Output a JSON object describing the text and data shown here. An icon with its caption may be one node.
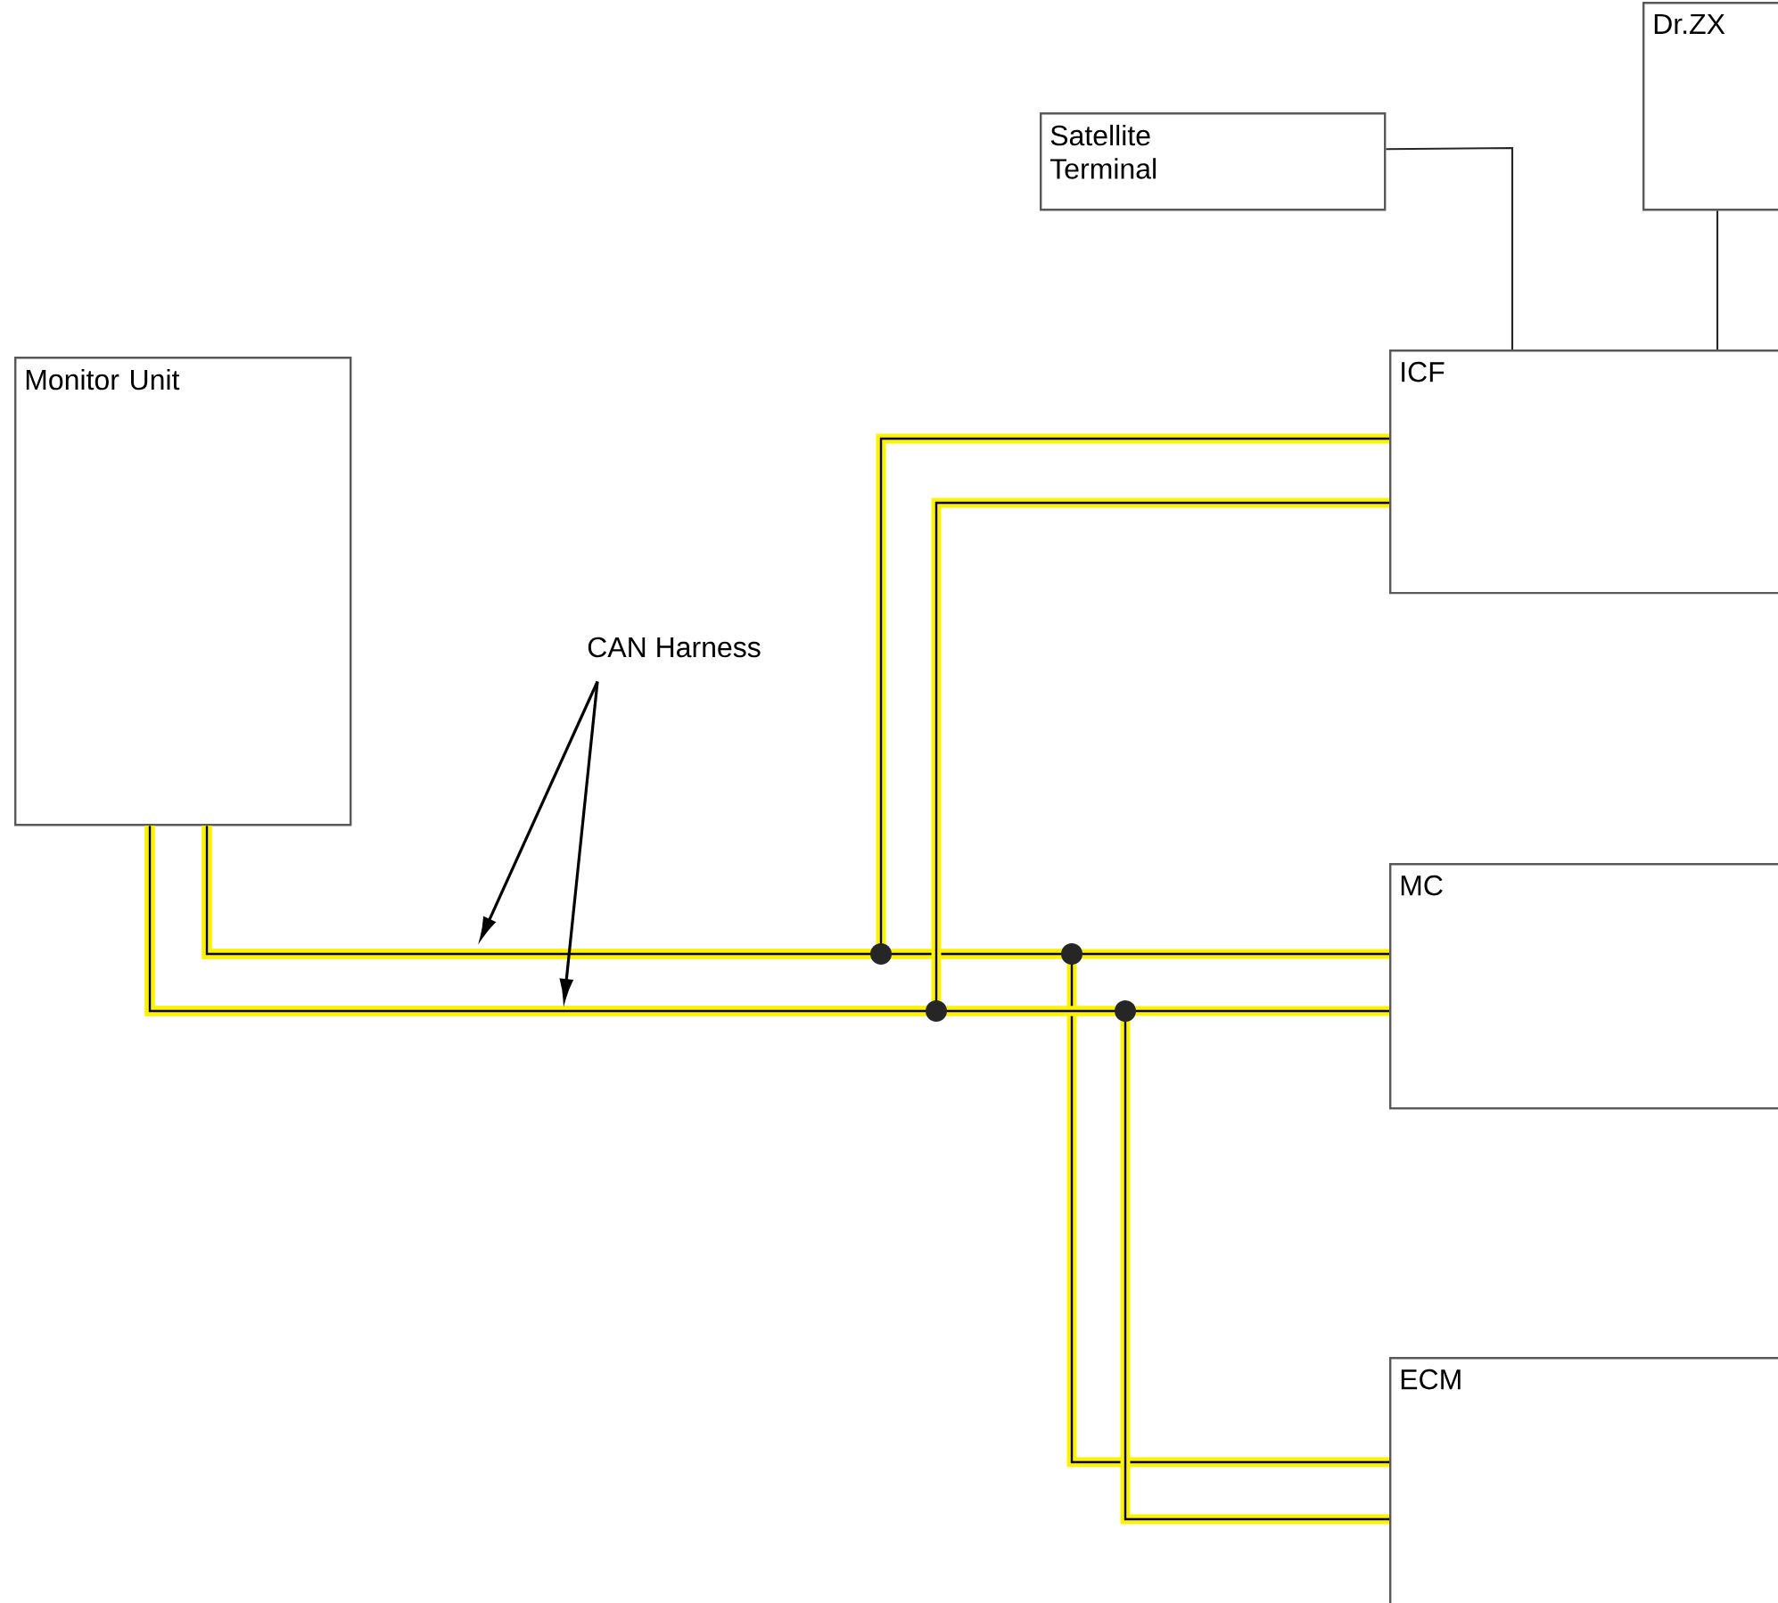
{
  "diagram": {
    "nodes": [
      {
        "text": [
          "Satellite Terminal"
        ]
      },
      {
        "text": [
          "Dr.ZX"
        ]
      },
      {
        "text": [
          "Monitor Unit"
        ]
      },
      {
        "text": [
          "ICF"
        ]
      },
      {
        "text": [
          "MC"
        ]
      },
      {
        "text": [
          "ECM"
        ]
      },
      {
        "text": [
          "CAN Harness"
        ]
      }
    ],
    "edges": [
      {
        "from": 0,
        "to": 3,
        "arrow": "none",
        "color": "#262626"
      },
      {
        "from": 1,
        "to": 3,
        "arrow": "none",
        "color": "#262626"
      },
      {
        "from": 2,
        "to": 4,
        "arrow": "none"
      },
      {
        "from": 2,
        "to": 3,
        "arrow": "none"
      },
      {
        "from": 2,
        "to": 5,
        "arrow": "none"
      },
      {
        "from": 2,
        "to": 4,
        "arrow": "none"
      },
      {
        "from": 2,
        "to": 3,
        "arrow": "none"
      },
      {
        "from": 2,
        "to": 5,
        "arrow": "none"
      },
      {
        "from": 6,
        "to": null,
        "arrow": "to",
        "color": "#000000"
      },
      {
        "from": 6,
        "to": null,
        "arrow": "to",
        "color": "#000000"
      }
    ]
  }
}
